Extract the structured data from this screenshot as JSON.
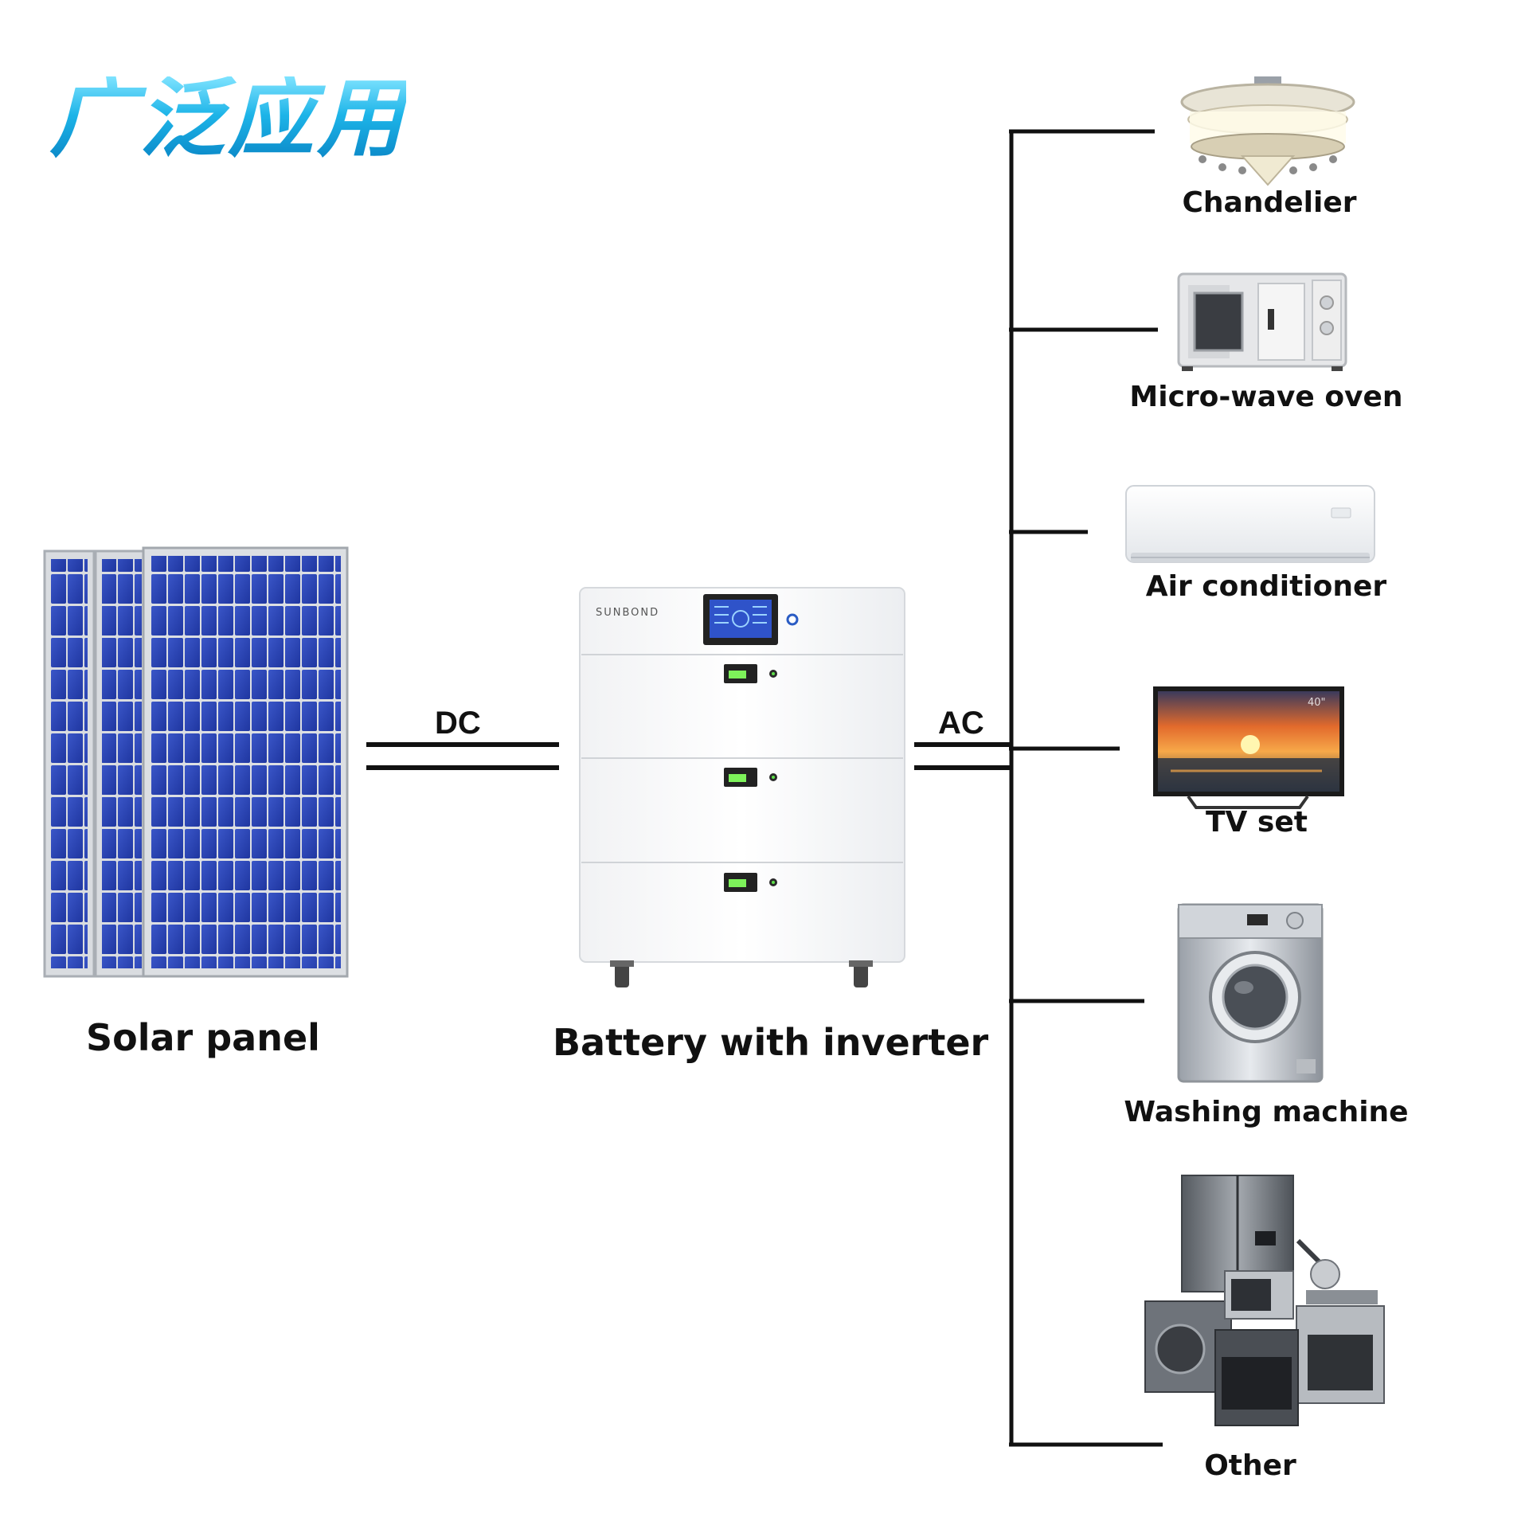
{
  "title": "广泛应用",
  "source": {
    "label": "Solar panel"
  },
  "storage": {
    "label": "Battery with inverter",
    "brand": "SUNBOND"
  },
  "links": {
    "dc": "DC",
    "ac": "AC"
  },
  "appliances": [
    {
      "name": "Chandelier",
      "icon": "chandelier-icon"
    },
    {
      "name": "Micro-wave oven",
      "icon": "microwave-icon"
    },
    {
      "name": "Air conditioner",
      "icon": "air-conditioner-icon"
    },
    {
      "name": "TV set",
      "icon": "tv-icon",
      "screen_text": "40\""
    },
    {
      "name": "Washing machine",
      "icon": "washing-machine-icon"
    },
    {
      "name": "Other",
      "icon": "appliances-group-icon"
    }
  ],
  "colors": {
    "title_blue": "#1aa7de",
    "panel_blue": "#2b45b6",
    "line": "#111111",
    "lcd_green": "#7df25a"
  }
}
